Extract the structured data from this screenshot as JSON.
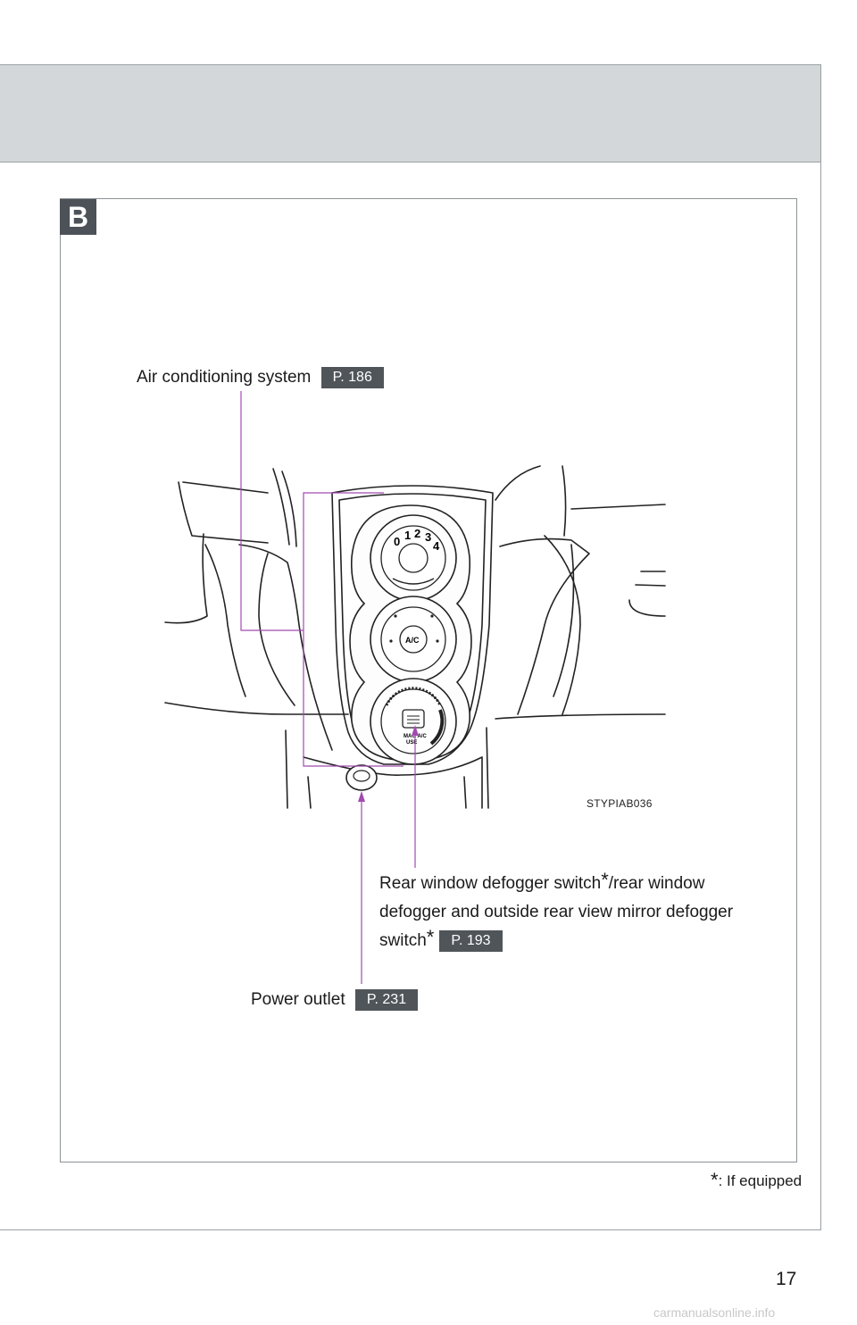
{
  "section_badge": "B",
  "callouts": {
    "air_conditioning": {
      "label": "Air conditioning system",
      "page": "P. 186"
    },
    "rear_defogger": {
      "line1": "Rear window defogger switch",
      "line1_tail": "/rear window",
      "line2": "defogger and outside rear view mirror defogger",
      "line3": "switch",
      "page": "P. 193"
    },
    "power_outlet": {
      "label": "Power outlet",
      "page": "P. 231"
    }
  },
  "asterisk": "*",
  "figure_id": "STYPIAB036",
  "dial_labels": {
    "fan_speeds": [
      "0",
      "1",
      "2",
      "3",
      "4"
    ],
    "ac_button": "A/C",
    "mag_text": "MAG A/C",
    "use_text": "USE"
  },
  "footnote": {
    "mark": "*",
    "text": ": If equipped"
  },
  "page_number": "17",
  "watermark": "carmanualsonline.info",
  "colors": {
    "header_band": "#d3d7d9",
    "page_ref_bg": "#4f5559",
    "leader_line": "#a24ab0",
    "badge_bg": "#4c5257"
  }
}
